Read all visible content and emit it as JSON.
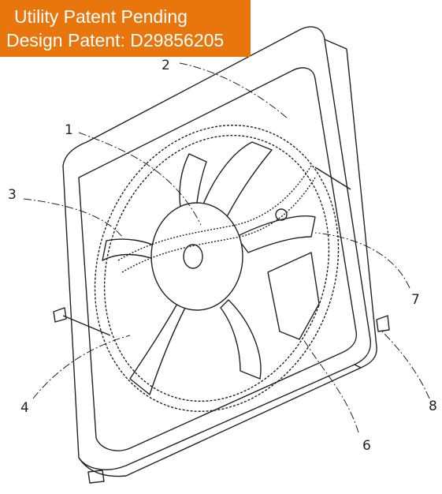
{
  "banner": {
    "line1": "Utility Patent Pending",
    "line2": "Design Patent: D29856205",
    "color": "#e8760d"
  },
  "callouts": [
    "1",
    "2",
    "3",
    "4",
    "6",
    "7",
    "8"
  ]
}
